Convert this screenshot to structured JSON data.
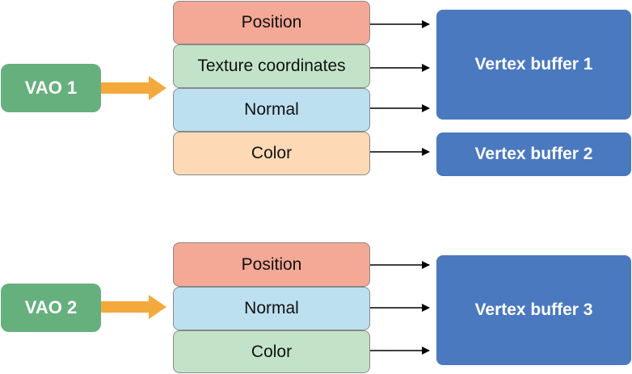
{
  "colors": {
    "vao": "#66b07e",
    "position": "#f4a896",
    "texture": "#c2e3c8",
    "normal": "#bde0f0",
    "color": "#fdd9b5",
    "vertex_buffer": "#4a79bf",
    "big_arrow": "#f3a93b",
    "small_arrow": "#000000"
  },
  "groups": [
    {
      "vao": "VAO 1",
      "attributes": [
        "Position",
        "Texture coordinates",
        "Normal",
        "Color"
      ],
      "buffers": [
        "Vertex buffer 1",
        "Vertex buffer 2"
      ]
    },
    {
      "vao": "VAO 2",
      "attributes": [
        "Position",
        "Normal",
        "Color"
      ],
      "buffers": [
        "Vertex buffer 3"
      ]
    }
  ]
}
